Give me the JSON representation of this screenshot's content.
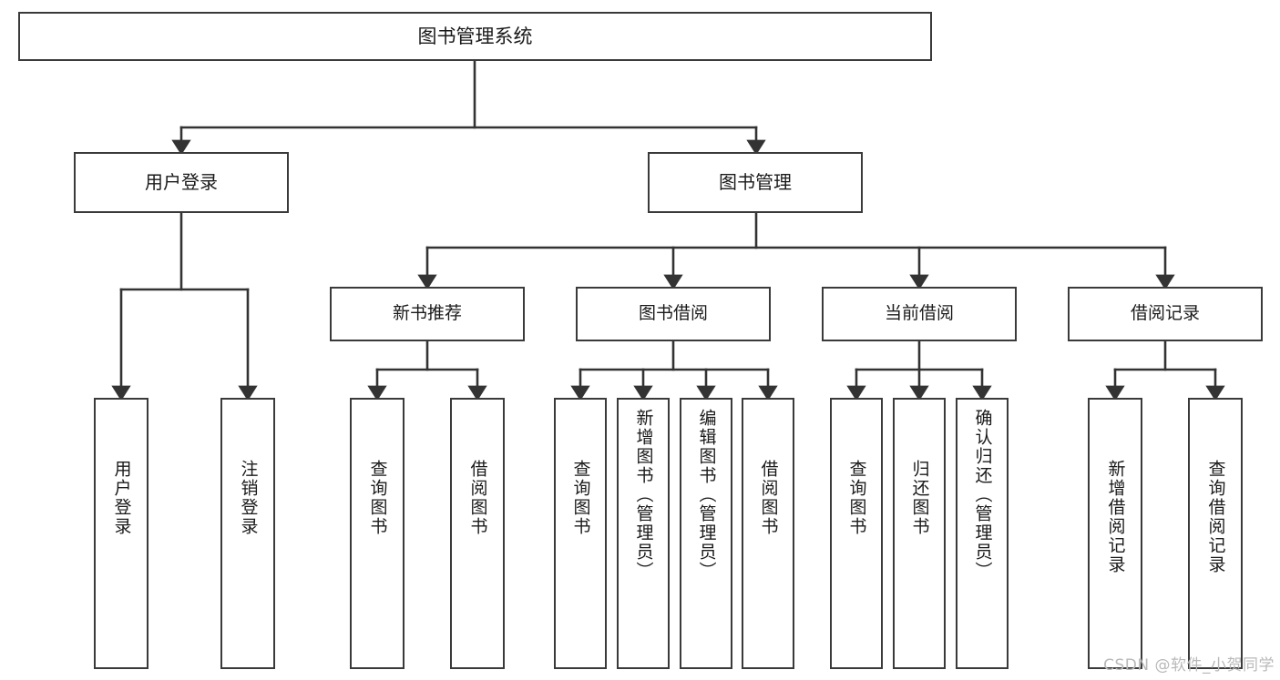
{
  "diagram": {
    "type": "tree",
    "title": "图书管理系统",
    "root": {
      "label": "图书管理系统"
    },
    "level2": [
      {
        "label": "用户登录"
      },
      {
        "label": "图书管理"
      }
    ],
    "level3": [
      {
        "label": "新书推荐"
      },
      {
        "label": "图书借阅"
      },
      {
        "label": "当前借阅"
      },
      {
        "label": "借阅记录"
      }
    ],
    "leaves": {
      "user_login": [
        {
          "label": "用户登录"
        },
        {
          "label": "注销登录"
        }
      ],
      "new_book_recommend": [
        {
          "label": "查询图书"
        },
        {
          "label": "借阅图书"
        }
      ],
      "book_borrow": [
        {
          "label": "查询图书"
        },
        {
          "label": "新增图书（管理员）"
        },
        {
          "label": "编辑图书（管理员）"
        },
        {
          "label": "借阅图书"
        }
      ],
      "current_borrow": [
        {
          "label": "查询图书"
        },
        {
          "label": "归还图书"
        },
        {
          "label": "确认归还（管理员）"
        }
      ],
      "borrow_record": [
        {
          "label": "新增借阅记录"
        },
        {
          "label": "查询借阅记录"
        }
      ]
    }
  },
  "watermark": {
    "text": "CSDN @软件_小贺同学"
  },
  "colors": {
    "box_border": "#3a3a3a",
    "box_fill": "#ffffff",
    "connector": "#333333",
    "text": "#1a1a1a",
    "watermark": "#b9b9b9"
  }
}
